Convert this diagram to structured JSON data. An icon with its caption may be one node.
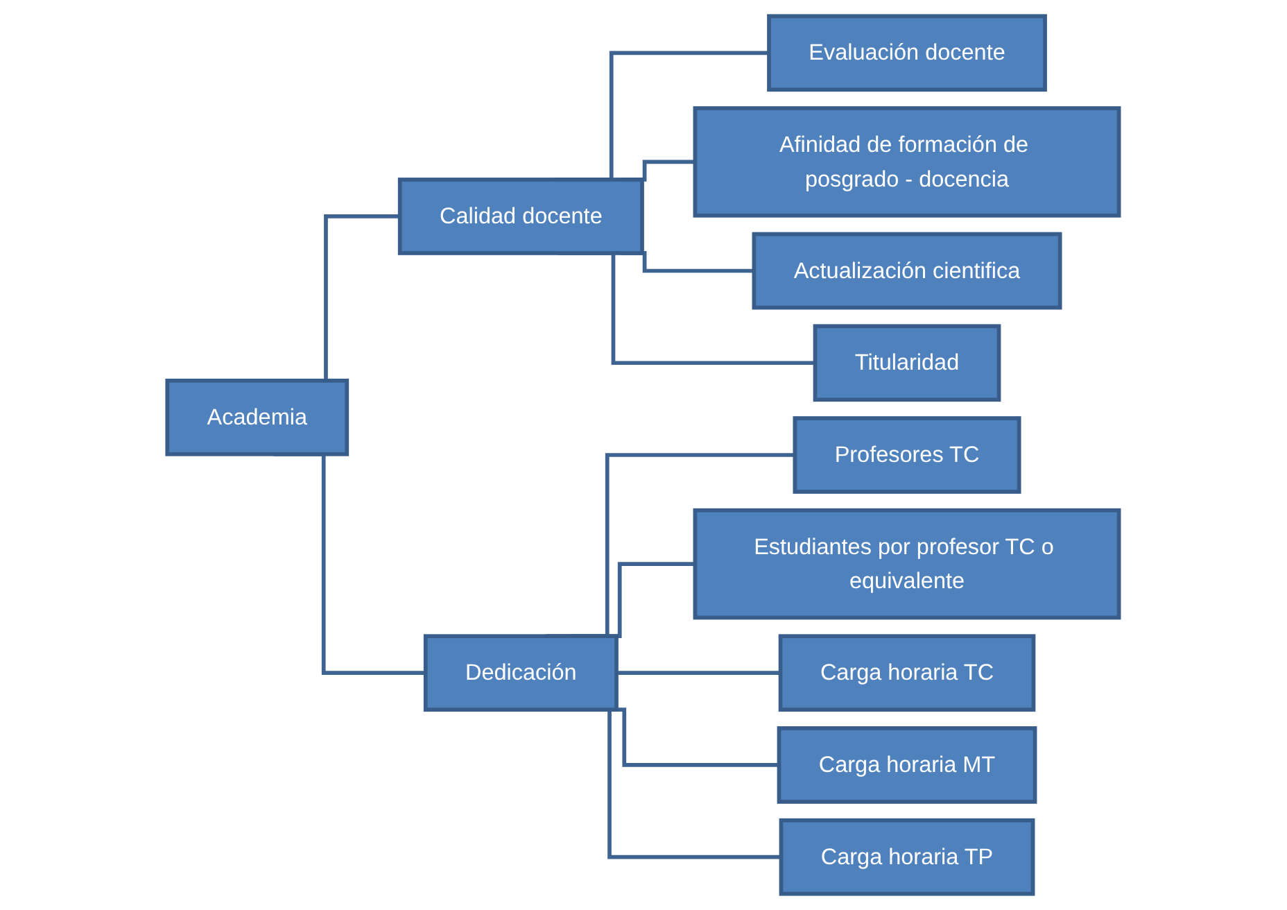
{
  "diagram": {
    "nodes": [
      {
        "text": [
          "Academia"
        ]
      },
      {
        "text": [
          "Calidad docente"
        ]
      },
      {
        "text": [
          "Evaluación docente"
        ]
      },
      {
        "text": [
          "Afinidad de formación de posgrado - docencia"
        ]
      },
      {
        "text": [
          "Actualización cientifica"
        ]
      },
      {
        "text": [
          "Titularidad"
        ]
      },
      {
        "text": [
          "Dedicación"
        ]
      },
      {
        "text": [
          "Profesores TC"
        ]
      },
      {
        "text": [
          "Estudiantes por profesor TC o equivalente"
        ]
      },
      {
        "text": [
          "Carga horaria TC"
        ]
      },
      {
        "text": [
          "Carga horaria MT"
        ]
      },
      {
        "text": [
          "Carga horaria TP"
        ]
      }
    ],
    "edges": [
      {
        "from": 0,
        "to": 1,
        "arrow": "none"
      },
      {
        "from": 0,
        "to": 6,
        "arrow": "none"
      },
      {
        "from": 1,
        "to": 2,
        "arrow": "none"
      },
      {
        "from": 1,
        "to": 3,
        "arrow": "none"
      },
      {
        "from": 1,
        "to": 4,
        "arrow": "none"
      },
      {
        "from": 1,
        "to": 5,
        "arrow": "none"
      },
      {
        "from": 6,
        "to": 7,
        "arrow": "none"
      },
      {
        "from": 6,
        "to": 8,
        "arrow": "none"
      },
      {
        "from": 6,
        "to": 9,
        "arrow": "none"
      },
      {
        "from": 6,
        "to": 10,
        "arrow": "none"
      },
      {
        "from": 6,
        "to": 11,
        "arrow": "none"
      }
    ]
  }
}
